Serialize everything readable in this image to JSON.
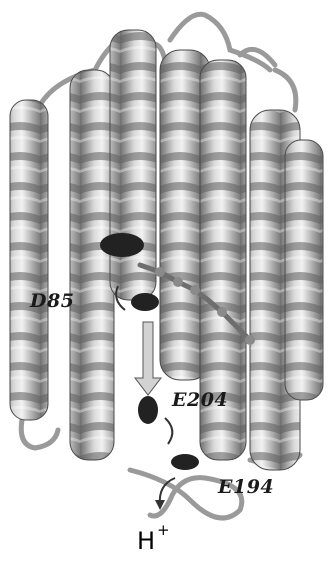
{
  "figure": {
    "labels": {
      "d85": "D85",
      "e204": "E204",
      "e194": "E194",
      "proton": "H",
      "proton_charge": "+"
    },
    "colors": {
      "helix_fill": "#b8b8b8",
      "helix_shade": "#7a7a7a",
      "helix_highlight": "#e8e8e8",
      "loop": "#9a9a9a",
      "residue_dark": "#222222",
      "retinal": "#6e6e6e",
      "arrow_fill": "#d2d2d2",
      "outline": "#4a4a4a"
    },
    "helix_count": 7
  }
}
